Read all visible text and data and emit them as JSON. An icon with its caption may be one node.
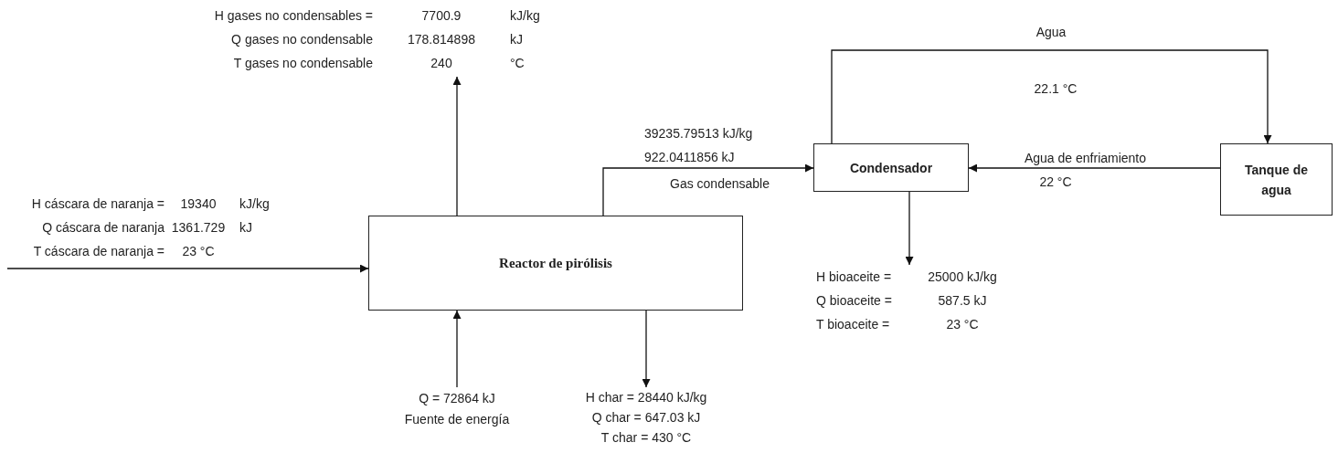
{
  "diagram": {
    "nodes": [
      {
        "text": [
          "Reactor de pirólisis"
        ]
      },
      {
        "text": [
          "Condensador"
        ]
      },
      {
        "text": [
          "Tanque de agua"
        ]
      },
      {
        "text": [
          "H gases no condensables =",
          "7700.9",
          "kJ/kg",
          "Q gases no condensable",
          "178.814898",
          "kJ",
          "T gases no condensable",
          "240",
          "°C"
        ]
      },
      {
        "text": [
          "Q = 72864 kJ",
          "Fuente de energía"
        ]
      },
      {
        "text": [
          "H char = 28440 kJ/kg",
          "Q char = 647.03 kJ",
          "T char = 430 °C"
        ]
      },
      {
        "text": [
          "H bioaceite =",
          "25000 kJ/kg",
          "Q bioaceite =",
          "587.5 kJ",
          "T bioaceite =",
          "23 °C"
        ]
      }
    ],
    "edges": [
      {
        "from": null,
        "to": 0,
        "arrow": "to"
      },
      {
        "from": 0,
        "to": 3,
        "arrow": "to"
      },
      {
        "from": 4,
        "to": 0,
        "arrow": "to"
      },
      {
        "from": 0,
        "to": 5,
        "arrow": "to"
      },
      {
        "from": 0,
        "to": 1,
        "arrow": "to",
        "label": "Gas condensable"
      },
      {
        "from": 1,
        "to": 2,
        "arrow": "to",
        "label": "Agua"
      },
      {
        "from": 2,
        "to": 1,
        "arrow": "to",
        "label": "Agua de enfriamiento"
      },
      {
        "from": 1,
        "to": 6,
        "arrow": "to"
      }
    ],
    "labels": [
      "H cáscara de naranja =",
      "19340",
      "kJ/kg",
      "Q cáscara de naranja",
      "1361.729",
      "kJ",
      "T cáscara de naranja =",
      "23 °C",
      "39235.79513 kJ/kg",
      "922.0411856 kJ",
      "22.1 °C",
      "22 °C"
    ]
  }
}
